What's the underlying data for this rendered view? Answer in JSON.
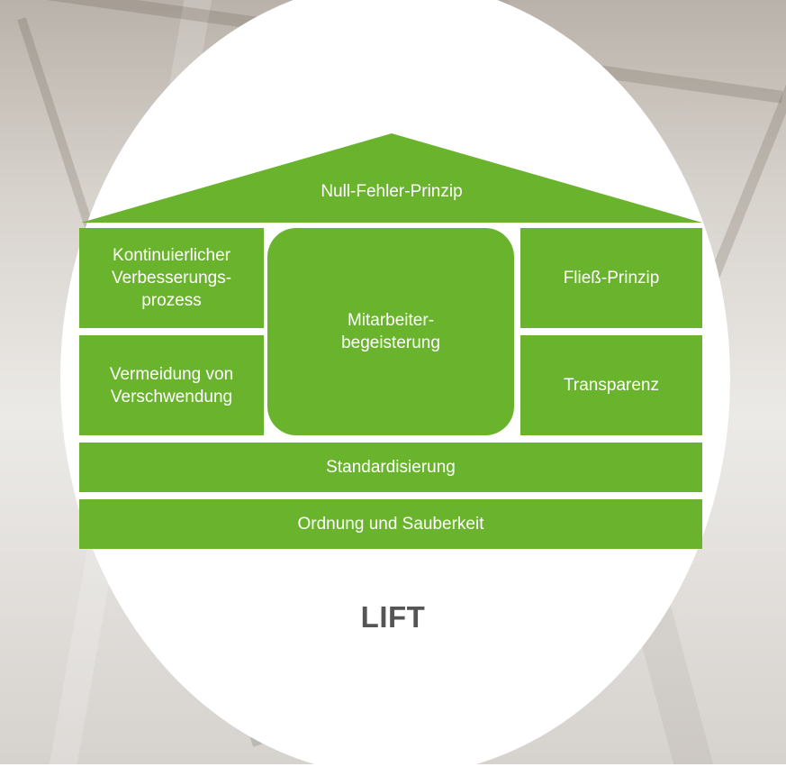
{
  "colors": {
    "green": "#6ab42d",
    "title_gray": "#555555"
  },
  "roof": {
    "label": "Null-Fehler-Prinzip"
  },
  "left_top": {
    "label": "Kontinuierlicher Verbesserungs-prozess"
  },
  "left_bottom": {
    "label": "Vermeidung von Verschwendung"
  },
  "center": {
    "label": "Mitarbeiter-begeisterung"
  },
  "right_top": {
    "label": "Fließ-Prinzip"
  },
  "right_bottom": {
    "label": "Transparenz"
  },
  "tier1": {
    "label": "Standardisierung"
  },
  "tier2": {
    "label": "Ordnung und Sauberkeit"
  },
  "title": "LIFT"
}
